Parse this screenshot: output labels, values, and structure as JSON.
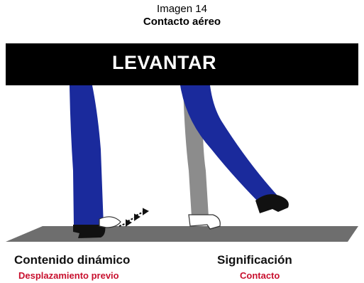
{
  "figure": {
    "number_label": "Imagen 14",
    "title": "Contacto aéreo"
  },
  "banner": {
    "text": "LEVANTAR"
  },
  "labels": {
    "left_heading": "Contenido dinámico",
    "left_sub": "Desplazamiento previo",
    "right_heading": "Significación",
    "right_sub": "Contacto"
  },
  "colors": {
    "banner_background": "#000000",
    "banner_text": "#ffffff",
    "floor": "#6e6e6e",
    "active_leg": "#1a2a9c",
    "support_leg": "#8c8c8c",
    "subtitle_red": "#c8102e"
  },
  "icons": {
    "motion_arrows": "dashed-arrows-icon",
    "black_shoe": "dance-shoe-icon",
    "white_shoe": "dance-shoe-outline-icon"
  }
}
